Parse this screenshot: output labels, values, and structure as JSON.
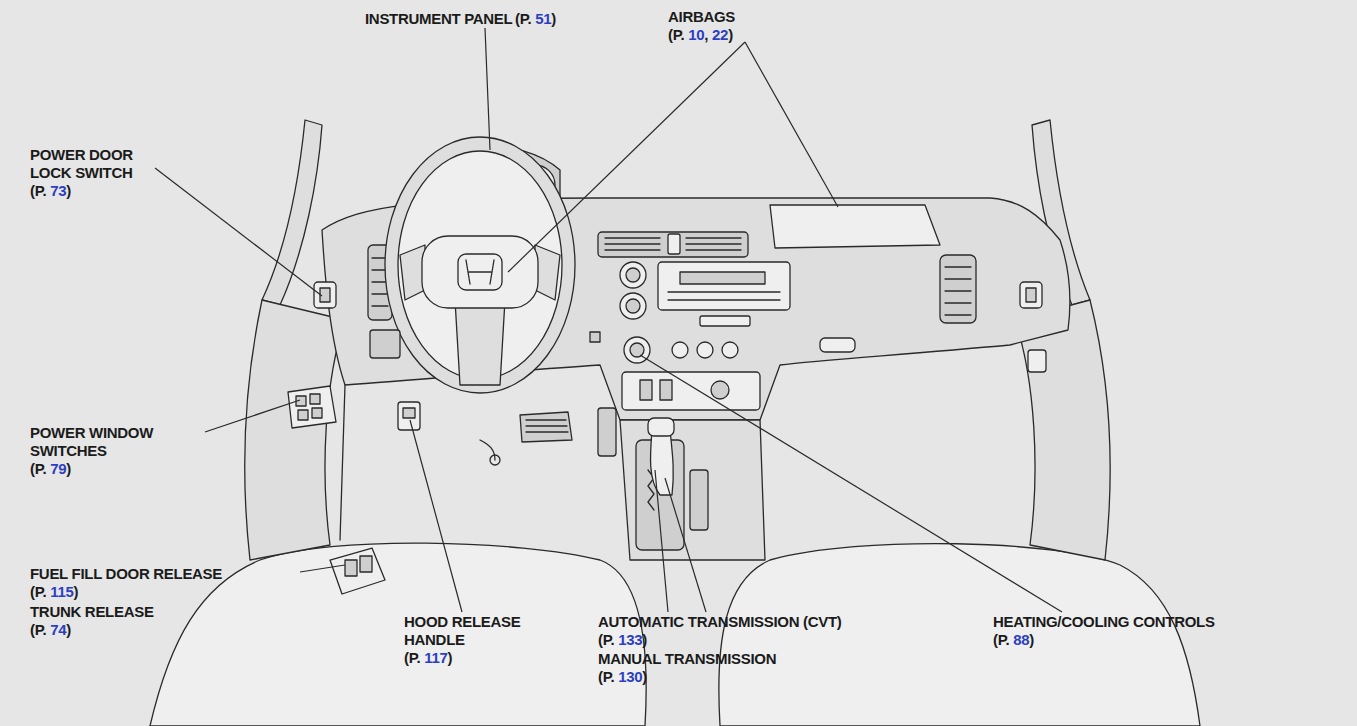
{
  "diagram": {
    "labels": [
      "INSTRUMENT PANEL",
      "(P. 51)",
      "AIRBAGS",
      "(P. 10, 22)",
      "POWER DOOR LOCK SWITCH",
      "(P. 73)",
      "POWER WINDOW SWITCHES",
      "(P. 79)",
      "FUEL FILL DOOR RELEASE",
      "(P. 115)",
      "TRUNK RELEASE",
      "(P. 74)",
      "HOOD RELEASE HANDLE",
      "(P. 117)",
      "AUTOMATIC TRANSMISSION (CVT)",
      "(P. 133)",
      "MANUAL TRANSMISSION",
      "(P. 130)",
      "HEATING/COOLING CONTROLS",
      "(P. 88)"
    ]
  }
}
